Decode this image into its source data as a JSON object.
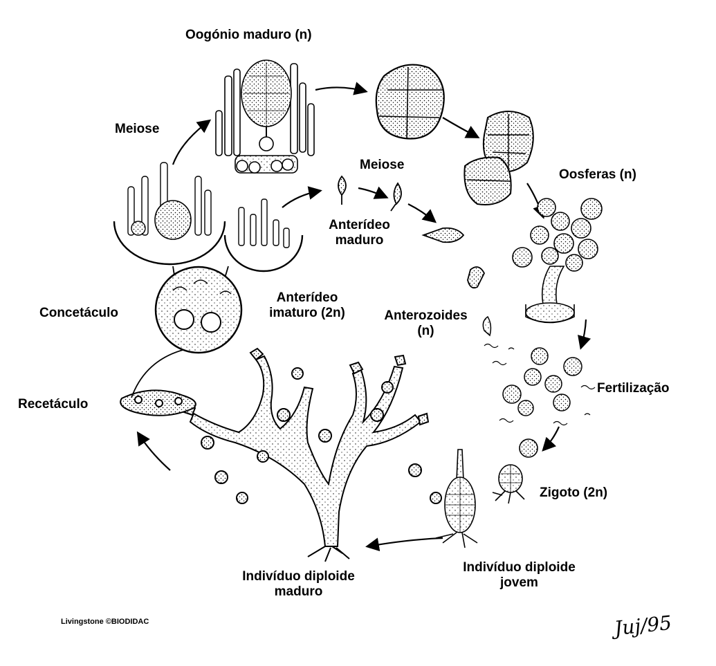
{
  "labels": {
    "oogonio_maduro": "Oogónio maduro (n)",
    "meiose_left": "Meiose",
    "meiose_center": "Meiose",
    "oosferas": "Oosferas (n)",
    "anterideo_maduro_l1": "Anterídeo",
    "anterideo_maduro_l2": "maduro",
    "anterideo_imaturo_l1": "Anterídeo",
    "anterideo_imaturo_l2": "imaturo (2n)",
    "concetaculo": "Concetáculo",
    "anterozoides_l1": "Anterozoides",
    "anterozoides_l2": "(n)",
    "fertilizacao": "Fertilização",
    "recetaculo": "Recetáculo",
    "zigoto": "Zigoto (2n)",
    "diploide_jovem_l1": "Indivíduo diploide",
    "diploide_jovem_l2": "jovem",
    "diploide_maduro_l1": "Indivíduo diploide",
    "diploide_maduro_l2": "maduro"
  },
  "credit": "Livingstone ©BIODIDAC",
  "signature": "Juj/95",
  "colors": {
    "ink": "#000000",
    "paper": "#ffffff"
  }
}
